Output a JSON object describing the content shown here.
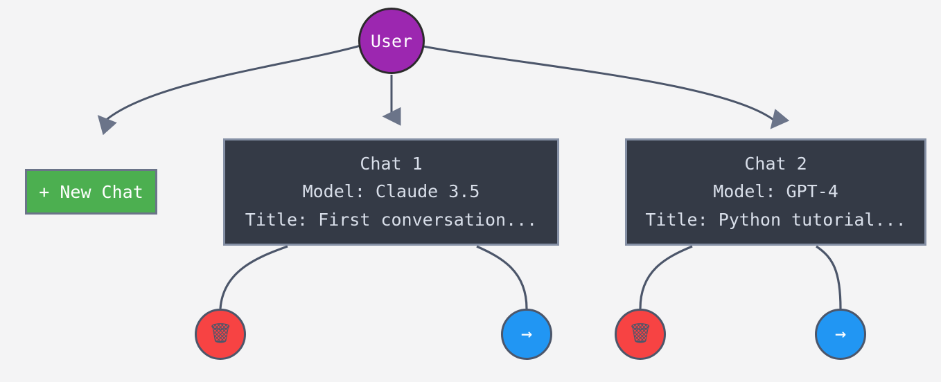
{
  "diagram": {
    "background_color": "#f4f4f5",
    "edge_color": "#4c566a",
    "root": {
      "label": "User",
      "shape": "circle",
      "fill": "#9c27b0",
      "text_color": "#ffffff"
    },
    "new_chat": {
      "label": "+ New Chat",
      "shape": "rectangle",
      "fill": "#4caf50",
      "border": "#6b7489",
      "text_color": "#ffffff"
    },
    "chats": [
      {
        "title": "Chat 1",
        "model": "Model: Claude 3.5",
        "subtitle": "Title: First conversation...",
        "fill": "#343a46",
        "border": "#8590a5",
        "text_color": "#d8dee9",
        "actions": [
          {
            "icon": "trash-icon",
            "glyph": "🗑",
            "fill": "#f74343"
          },
          {
            "icon": "arrow-right-icon",
            "glyph": "→",
            "fill": "#2196f3"
          }
        ]
      },
      {
        "title": "Chat 2",
        "model": "Model: GPT-4",
        "subtitle": "Title: Python tutorial...",
        "fill": "#343a46",
        "border": "#8590a5",
        "text_color": "#d8dee9",
        "actions": [
          {
            "icon": "trash-icon",
            "glyph": "🗑",
            "fill": "#f74343"
          },
          {
            "icon": "arrow-right-icon",
            "glyph": "→",
            "fill": "#2196f3"
          }
        ]
      }
    ]
  }
}
